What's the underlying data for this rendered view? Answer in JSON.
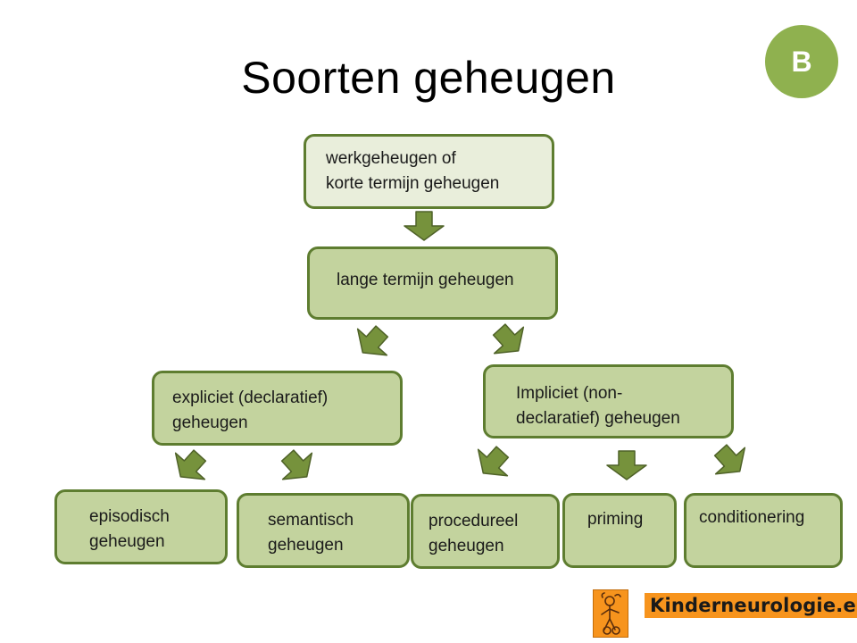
{
  "title": "Soorten geheugen",
  "badge": "B",
  "boxes": {
    "working_memory": "werkgeheugen of\nkorte termijn geheugen",
    "long_term": "lange termijn geheugen",
    "explicit": "expliciet (declaratief)\ngeheugen",
    "implicit": "Impliciet (non-\ndeclaratief) geheugen",
    "episodic": "episodisch\ngeheugen",
    "semantic": "semantisch\ngeheugen",
    "procedural": "procedureel\ngeheugen",
    "priming": "priming",
    "conditioning": "conditionering"
  },
  "logo": {
    "text": "Kinderneurologie.eu"
  },
  "colors": {
    "box_fill": "#c3d39e",
    "box_fill_light": "#e9eedb",
    "box_border": "#5e7d30",
    "arrow": "#76923c",
    "badge": "#8fb14f",
    "logo": "#f7941d"
  }
}
